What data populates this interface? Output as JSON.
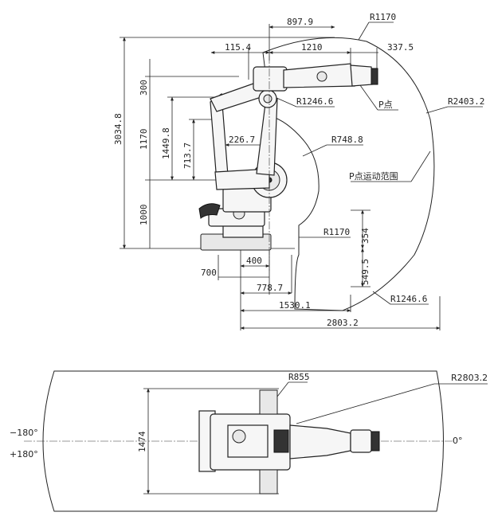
{
  "side_view": {
    "labels": {
      "d897_9": "897.9",
      "r1170_top": "R1170",
      "d115_4": "115.4",
      "d1210": "1210",
      "d337_5": "337.5",
      "d300": "300",
      "p_point": "P点",
      "r1246_6_top": "R1246.6",
      "r2403_2": "R2403.2",
      "d3034_8": "3034.8",
      "d1170": "1170",
      "d1449_8": "1449.8",
      "d713_7": "713.7",
      "d226_7": "226.7",
      "r748_8": "R748.8",
      "p_range": "P点运动范围",
      "d1000": "1000",
      "r1170_bottom": "R1170",
      "d354": "354",
      "d400": "400",
      "d700": "700",
      "d549_5": "549.5",
      "d778_7": "778.7",
      "r1246_6_bottom": "R1246.6",
      "d1530_1": "1530.1",
      "d2803_2": "2803.2"
    }
  },
  "top_view": {
    "labels": {
      "r855": "R855",
      "r2803_2": "R2803.2",
      "neg180": "−180°",
      "pos180": "+180°",
      "zero": "0°",
      "d1474": "1474"
    }
  }
}
